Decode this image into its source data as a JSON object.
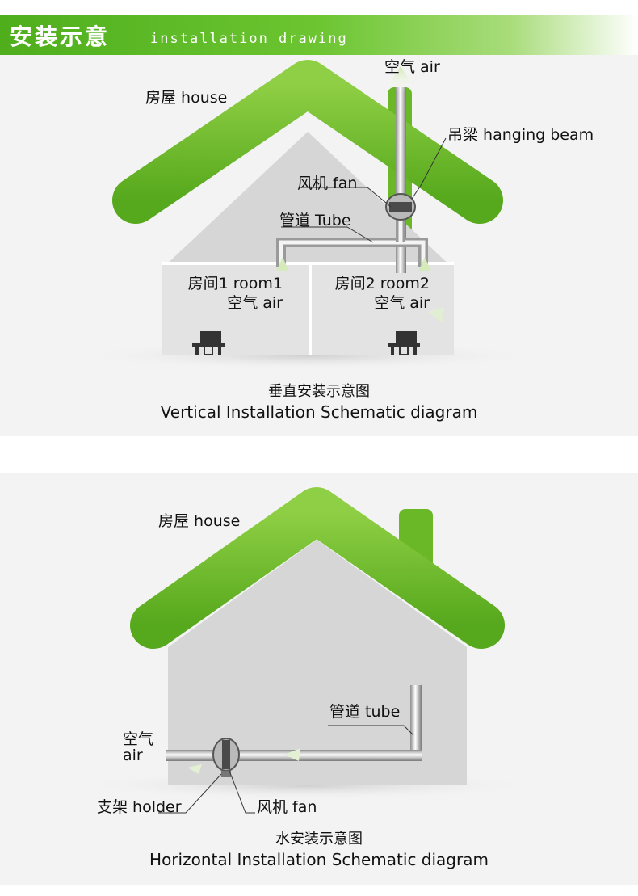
{
  "header": {
    "title_cn": "安装示意",
    "title_en": "installation drawing"
  },
  "vertical": {
    "house": "房屋 house",
    "air_out": "空气 air",
    "beam": "吊梁 hanging beam",
    "fan": "风机 fan",
    "tube": "管道 Tube",
    "room1": "房间1 room1",
    "room1_air": "空气 air",
    "room2": "房间2 room2",
    "room2_air": "空气 air",
    "caption_cn": "垂直安装示意图",
    "caption_en": "Vertical Installation Schematic diagram"
  },
  "horizontal": {
    "house": "房屋 house",
    "tube": "管道 tube",
    "air_cn": "空气",
    "air_en": "air",
    "holder": "支架 holder",
    "fan": "风机 fan",
    "caption_cn": "水安装示意图",
    "caption_en": "Horizontal Installation Schematic diagram"
  },
  "colors": {
    "roof": "#6ab827",
    "wall": "#d4d4d4",
    "header": "#5cb52a"
  }
}
